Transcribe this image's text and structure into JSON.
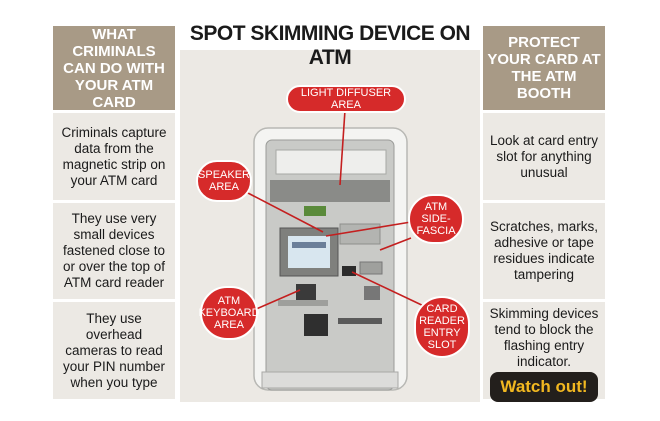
{
  "title": "SPOT SKIMMING DEVICE ON ATM",
  "left_column": {
    "heading": "WHAT CRIMINALS CAN DO WITH YOUR ATM CARD",
    "items": [
      "Criminals capture data from the magnetic strip on your ATM card",
      "They use very small devices fastened close to or over the top of ATM card reader",
      "They use overhead cameras to read your PIN number when you type"
    ]
  },
  "right_column": {
    "heading": "PROTECT YOUR CARD AT THE ATM BOOTH",
    "items": [
      "Look at card entry slot for anything unusual",
      "Scratches, marks, adhesive or tape residues indicate tampering",
      "Skimming devices tend to block the flashing entry indicator."
    ]
  },
  "labels": {
    "light_diffuser": "LIGHT DIFFUSER AREA",
    "speaker": "SPEAKER AREA",
    "side_fascia": "ATM SIDE- FASCIA",
    "keyboard": "ATM KEYBOARD AREA",
    "card_reader": "CARD READER ENTRY SLOT"
  },
  "warning": "Watch out!",
  "colors": {
    "header_bg": "#a89a86",
    "cell_bg": "#ece9e4",
    "label_red": "#d62a2a",
    "warning_bg": "#231f1c",
    "warning_text": "#f2b820"
  }
}
